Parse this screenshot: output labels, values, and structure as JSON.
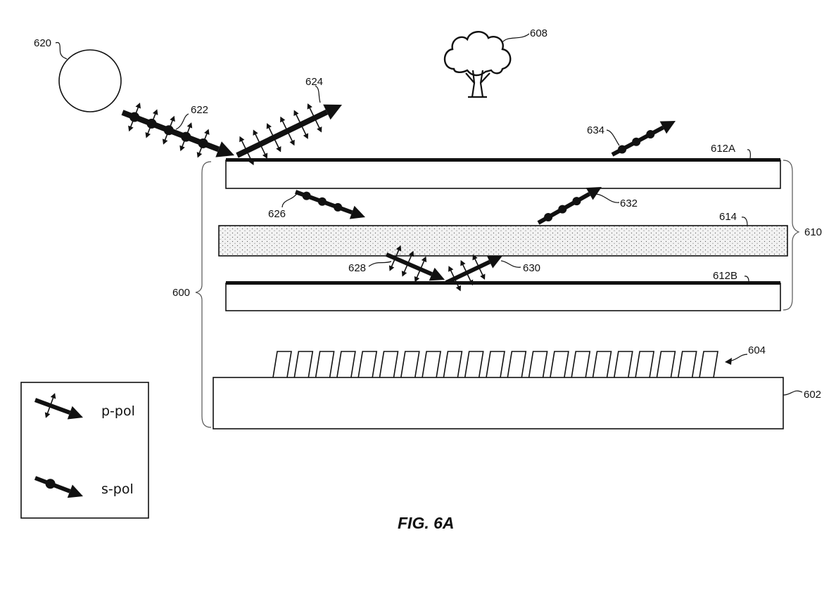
{
  "figure": {
    "caption": "FIG. 6A",
    "labels": {
      "light_source": "620",
      "incident_light": "622",
      "reflected_light": "624",
      "tree": "608",
      "transmitted_out": "634",
      "layer_top": "612A",
      "s_pol_down": "626",
      "s_pol_up": "632",
      "middle_layer": "614",
      "stack": "610",
      "p_pol_down": "628",
      "p_pol_up": "630",
      "layer_bottom": "612B",
      "device": "600",
      "grating": "604",
      "substrate": "602"
    },
    "legend": {
      "p_pol": "p-pol",
      "s_pol": "s-pol"
    },
    "colors": {
      "ink": "#111111",
      "background": "#ffffff"
    }
  }
}
